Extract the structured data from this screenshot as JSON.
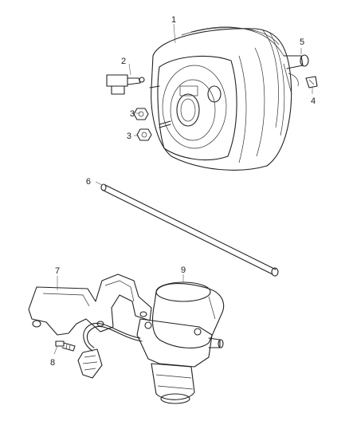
{
  "callouts": [
    {
      "id": "1",
      "text": "1"
    },
    {
      "id": "2",
      "text": "2"
    },
    {
      "id": "3a",
      "text": "3"
    },
    {
      "id": "3b",
      "text": "3"
    },
    {
      "id": "4",
      "text": "4"
    },
    {
      "id": "5",
      "text": "5"
    },
    {
      "id": "6",
      "text": "6"
    },
    {
      "id": "7",
      "text": "7"
    },
    {
      "id": "8",
      "text": "8"
    },
    {
      "id": "9",
      "text": "9"
    }
  ]
}
